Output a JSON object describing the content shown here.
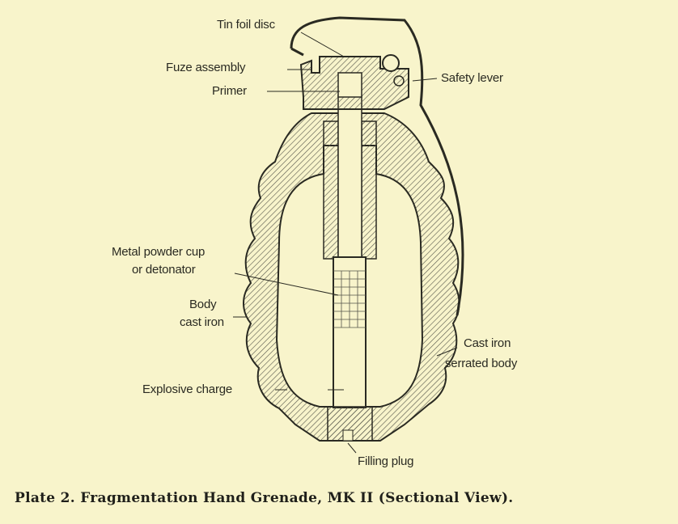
{
  "labels": {
    "tin_foil_disc": "Tin foil disc",
    "fuze_assembly": "Fuze assembly",
    "primer": "Primer",
    "safety_lever": "Safety lever",
    "metal_powder_cup": "Metal powder cup",
    "or_detonator": "or detonator",
    "body": "Body",
    "cast_iron": "cast iron",
    "cast_iron_2": "Cast iron",
    "serrated_body": "serrated body",
    "explosive_charge": "Explosive charge",
    "filling_plug": "Filling plug"
  },
  "caption": "Plate 2.  Fragmentation Hand Grenade, MK II (Sectional View).",
  "colors": {
    "paper": "#f8f4cb",
    "ink": "#2a2a22"
  }
}
